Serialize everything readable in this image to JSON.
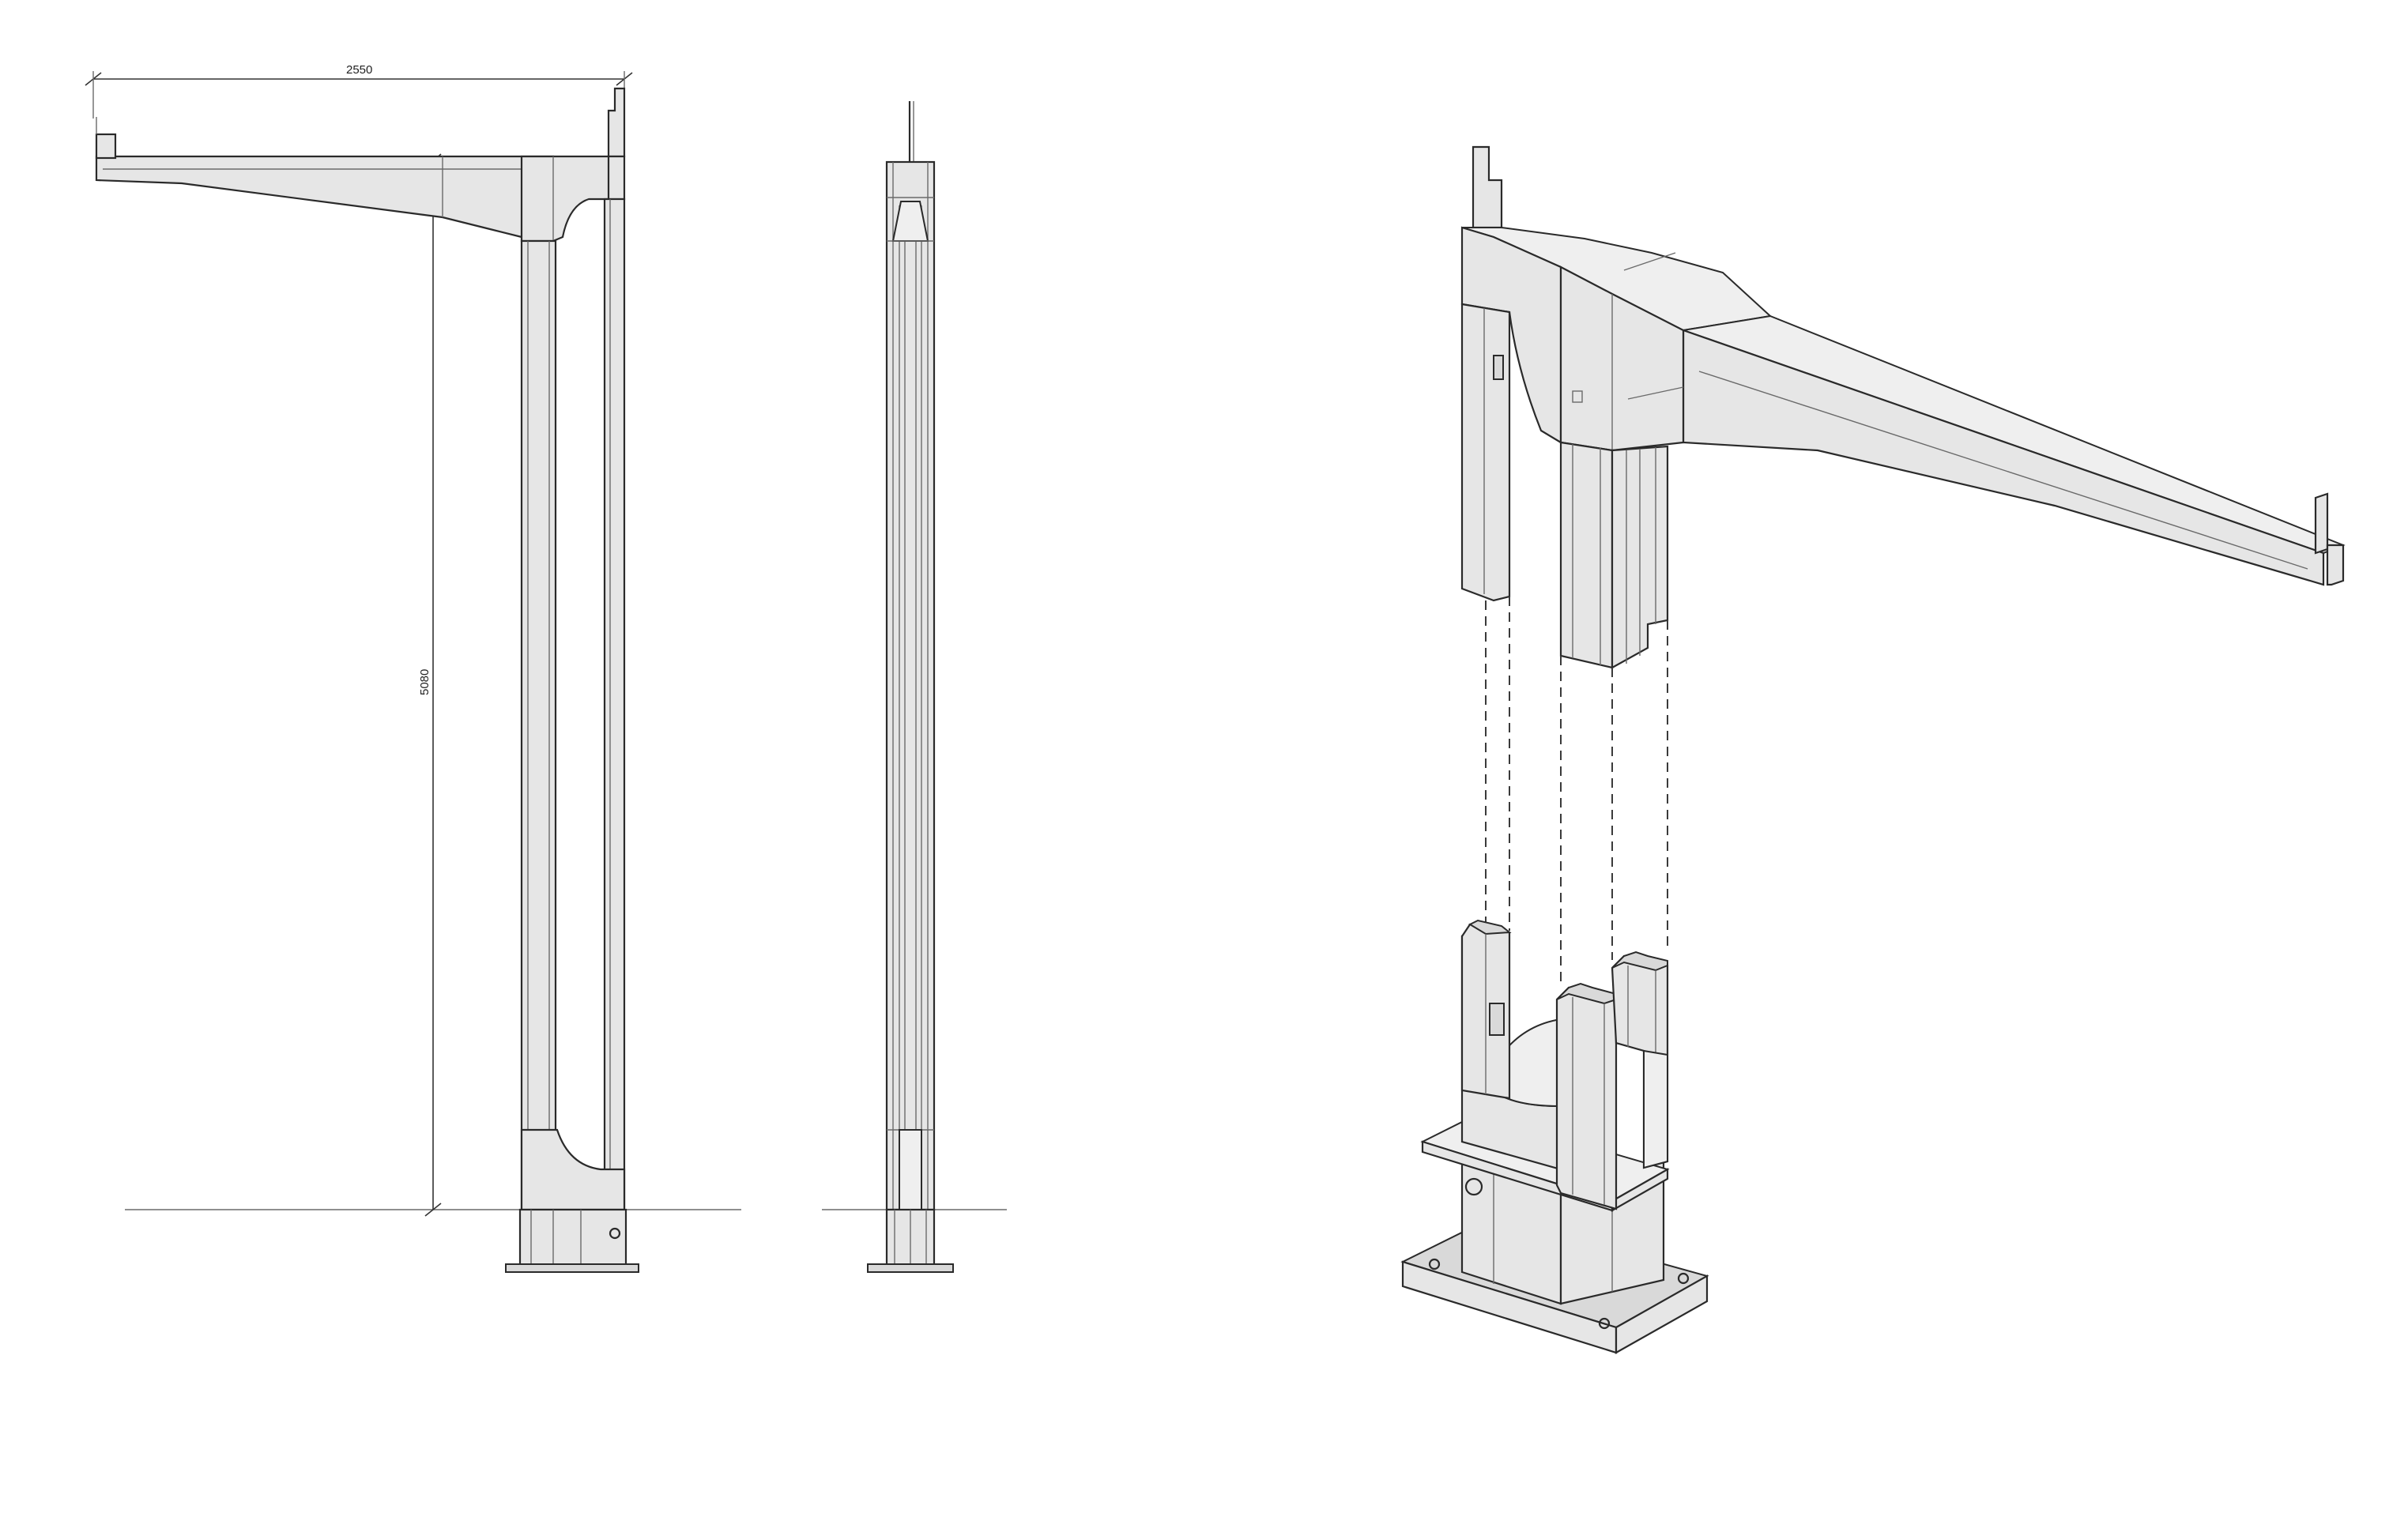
{
  "dimensions": {
    "width_label": "2550",
    "height_label": "5080"
  },
  "colors": {
    "line": "#2a2a2a",
    "fill": "#e6e6e6",
    "background": "#ffffff"
  },
  "views": [
    {
      "name": "side-elevation"
    },
    {
      "name": "front-elevation"
    },
    {
      "name": "exploded-isometric"
    }
  ]
}
